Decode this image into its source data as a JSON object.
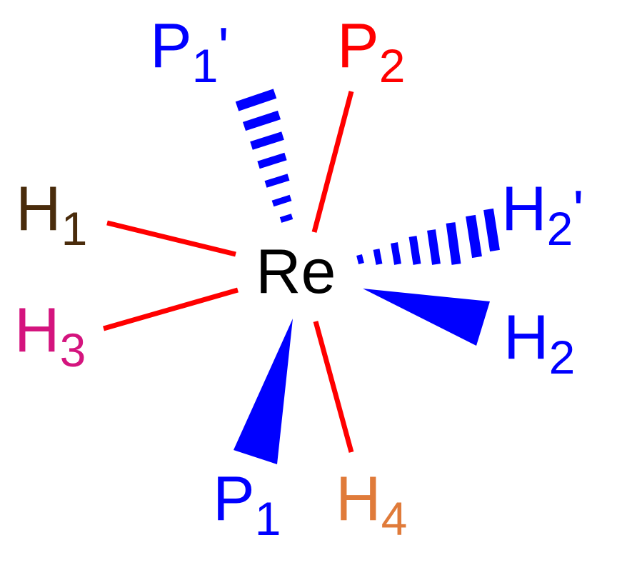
{
  "center": {
    "symbol": "Re",
    "color": "#000000"
  },
  "ligands": {
    "P1p": {
      "symbol": "P",
      "index": "1",
      "prime": "'",
      "color": "#0000ff",
      "bond": "hashed-wedge"
    },
    "P2": {
      "symbol": "P",
      "index": "2",
      "prime": "",
      "color": "#ff0000",
      "bond": "plain"
    },
    "H1": {
      "symbol": "H",
      "index": "1",
      "prime": "",
      "color": "#4a2c0c",
      "bond": "plain"
    },
    "H2p": {
      "symbol": "H",
      "index": "2",
      "prime": "'",
      "color": "#0000ff",
      "bond": "hashed-wedge"
    },
    "H3": {
      "symbol": "H",
      "index": "3",
      "prime": "",
      "color": "#d4147e",
      "bond": "plain"
    },
    "H2": {
      "symbol": "H",
      "index": "2",
      "prime": "",
      "color": "#0000ff",
      "bond": "solid-wedge"
    },
    "P1": {
      "symbol": "P",
      "index": "1",
      "prime": "",
      "color": "#0000ff",
      "bond": "solid-wedge"
    },
    "H4": {
      "symbol": "H",
      "index": "4",
      "prime": "",
      "color": "#e07b3a",
      "bond": "plain"
    }
  },
  "colors": {
    "plain_bond": "#ff0000",
    "wedge_bond": "#0000ff"
  }
}
